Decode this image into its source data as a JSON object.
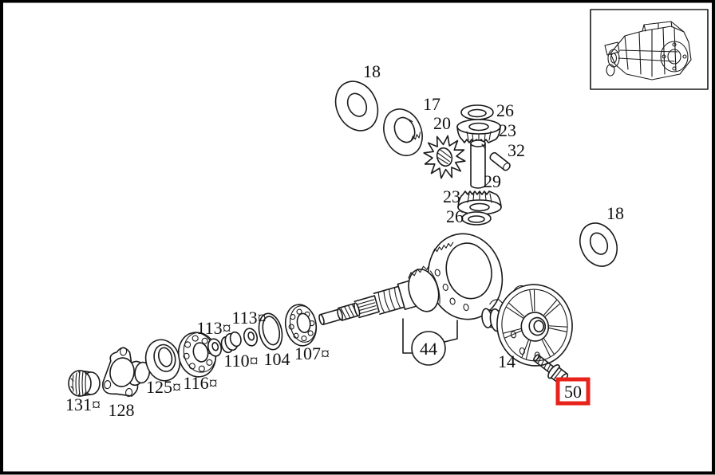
{
  "diagram": {
    "type": "exploded-parts-diagram",
    "subject": "rear-axle-differential",
    "background_color": "#ffffff",
    "line_color": "#1a1a1a",
    "highlight": {
      "part_number": "50",
      "box_color": "#e8231c"
    },
    "inset": {
      "name": "differential-housing-thumbnail"
    },
    "labels": [
      {
        "id": "part-18-top",
        "text": "18"
      },
      {
        "id": "part-17",
        "text": "17"
      },
      {
        "id": "part-20",
        "text": "20"
      },
      {
        "id": "part-26-upper",
        "text": "26"
      },
      {
        "id": "part-23-upper",
        "text": "23"
      },
      {
        "id": "part-32",
        "text": "32"
      },
      {
        "id": "part-29",
        "text": "29"
      },
      {
        "id": "part-23-lower",
        "text": "23"
      },
      {
        "id": "part-26-lower",
        "text": "26"
      },
      {
        "id": "part-18-right",
        "text": "18"
      },
      {
        "id": "part-44-callout",
        "text": "44"
      },
      {
        "id": "part-14",
        "text": "14"
      },
      {
        "id": "part-50-highlighted",
        "text": "50"
      },
      {
        "id": "part-107",
        "text": "107¤"
      },
      {
        "id": "part-104",
        "text": "104"
      },
      {
        "id": "part-110",
        "text": "110¤"
      },
      {
        "id": "part-113-right",
        "text": "113¤"
      },
      {
        "id": "part-113-left",
        "text": "113¤"
      },
      {
        "id": "part-116",
        "text": "116¤"
      },
      {
        "id": "part-125",
        "text": "125¤"
      },
      {
        "id": "part-128",
        "text": "128"
      },
      {
        "id": "part-131",
        "text": "131¤"
      }
    ]
  }
}
